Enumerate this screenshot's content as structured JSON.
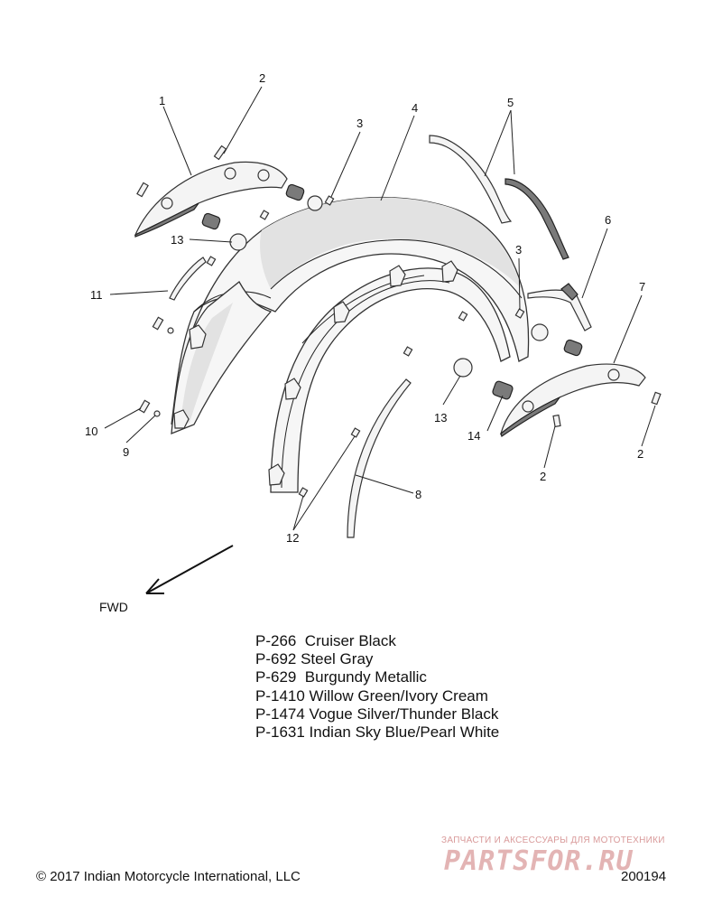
{
  "callouts": [
    {
      "id": "c1",
      "text": "1"
    },
    {
      "id": "c2a",
      "text": "2"
    },
    {
      "id": "c3a",
      "text": "3"
    },
    {
      "id": "c4",
      "text": "4"
    },
    {
      "id": "c5",
      "text": "5"
    },
    {
      "id": "c6",
      "text": "6"
    },
    {
      "id": "c3b",
      "text": "3"
    },
    {
      "id": "c7",
      "text": "7"
    },
    {
      "id": "c13a",
      "text": "13"
    },
    {
      "id": "c11",
      "text": "11"
    },
    {
      "id": "c10",
      "text": "10"
    },
    {
      "id": "c9",
      "text": "9"
    },
    {
      "id": "c13b",
      "text": "13"
    },
    {
      "id": "c14",
      "text": "14"
    },
    {
      "id": "c2b",
      "text": "2"
    },
    {
      "id": "c2c",
      "text": "2"
    },
    {
      "id": "c8",
      "text": "8"
    },
    {
      "id": "c12",
      "text": "12"
    }
  ],
  "direction_label": "FWD",
  "color_legend": [
    "P-266  Cruiser Black",
    "P-692 Steel Gray",
    "P-629  Burgundy Metallic",
    "P-1410 Willow Green/Ivory Cream",
    "P-1474 Vogue Silver/Thunder Black",
    "P-1631 Indian Sky Blue/Pearl White"
  ],
  "footer": {
    "copyright": "© 2017 Indian Motorcycle International, LLC",
    "doc_number": "200194"
  },
  "watermark": {
    "tagline": "ЗАПЧАСТИ И АКСЕССУАРЫ ДЛЯ МОТОТЕХНИКИ",
    "logo": "PARTSFOR.RU"
  }
}
